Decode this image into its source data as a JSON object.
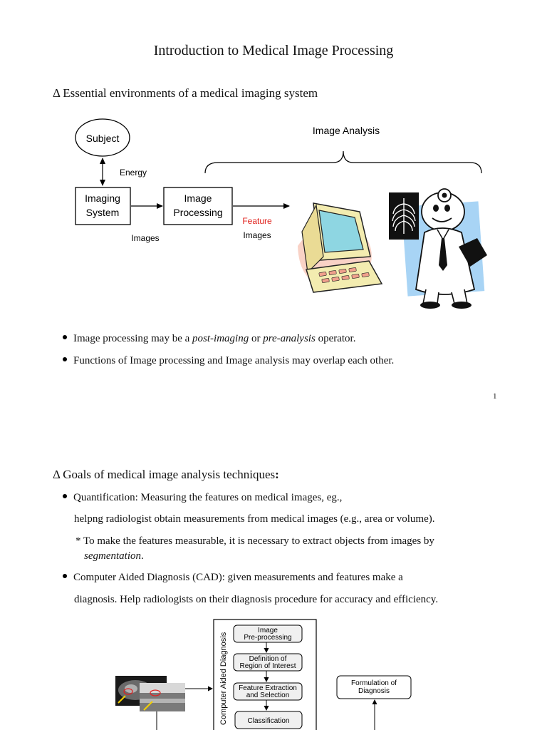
{
  "title": "Introduction to Medical Image Processing",
  "section1": {
    "heading": "Δ Essential environments of a medical imaging system",
    "diagram": {
      "subject": "Subject",
      "energy": "Energy",
      "imaging_system": [
        "Imaging",
        "System"
      ],
      "image_processing": [
        "Image",
        "Processing"
      ],
      "image_analysis": "Image Analysis",
      "images": "Images",
      "feature": "Feature",
      "feature_images": "Images"
    },
    "bullets": [
      {
        "pre": "Image processing may be a ",
        "em1": "post-imaging",
        "mid": " or ",
        "em2": "pre-analysis",
        "post": " operator."
      },
      {
        "text": "Functions of Image processing and Image analysis may overlap each other."
      }
    ],
    "page_number": "1"
  },
  "section2": {
    "heading": "Δ Goals of medical image analysis techniques",
    "heading_colon": ":",
    "quant": {
      "line1": "Quantification: Measuring the features on medical images, eg.,",
      "line2": "helpng radiologist obtain measurements from medical images (e.g., area or volume).",
      "note1": "* To make the features measurable, it is necessary to extract objects from images by",
      "note2_em": "segmentation",
      "note2_post": "."
    },
    "cad": {
      "line1": "Computer Aided Diagnosis (CAD): given measurements and features make a",
      "line2": "diagnosis. Help radiologists on their diagnosis procedure for accuracy and efficiency."
    },
    "flow": {
      "side_label": "Computer Aided Diagnosis",
      "boxes": [
        [
          "Image",
          "Pre-processing"
        ],
        [
          "Definition of",
          "Region of Interest"
        ],
        [
          "Feature Extraction",
          "and Selection"
        ],
        [
          "Classification"
        ]
      ],
      "formulation": [
        "Formulation of",
        "Diagnosis"
      ]
    }
  },
  "colors": {
    "feature_red": "#e0201b",
    "flow_box_fill": "#f0f0f0"
  }
}
